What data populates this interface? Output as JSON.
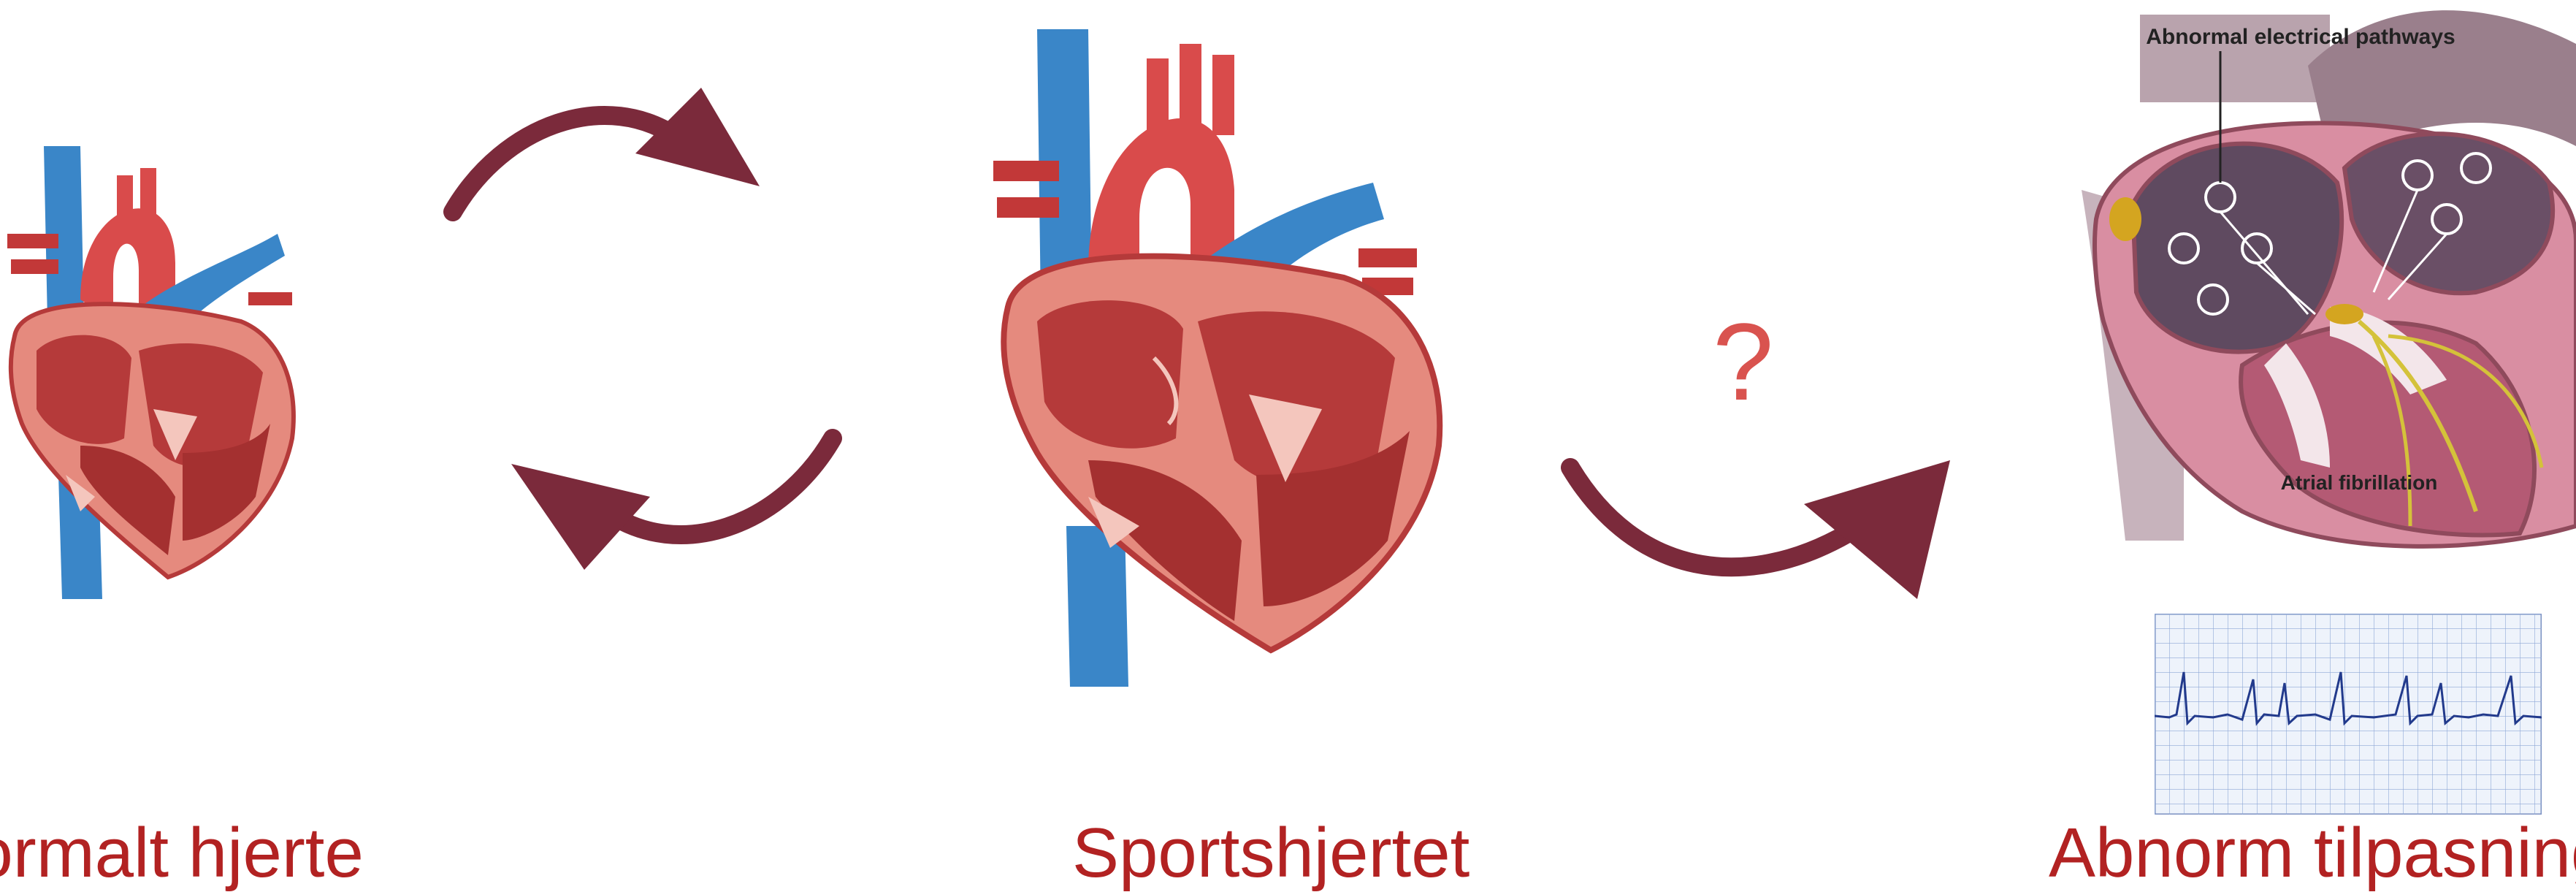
{
  "captions": {
    "normal": "Normalt hjerte",
    "athlete": "Sportshjertet",
    "abnormal": "Abnorm tilpasning"
  },
  "uncertainty_mark": "?",
  "inset": {
    "pathways_label": "Abnormal electrical pathways",
    "afib_label": "Atrial fibrillation"
  },
  "colors": {
    "caption": "#b22222",
    "arrow": "#7b2a3b",
    "question": "#d9534f",
    "artery_red": "#d94b4b",
    "vein_blue": "#3a86c8",
    "muscle": "#b53a3a",
    "muscle_light": "#e58a7e"
  }
}
